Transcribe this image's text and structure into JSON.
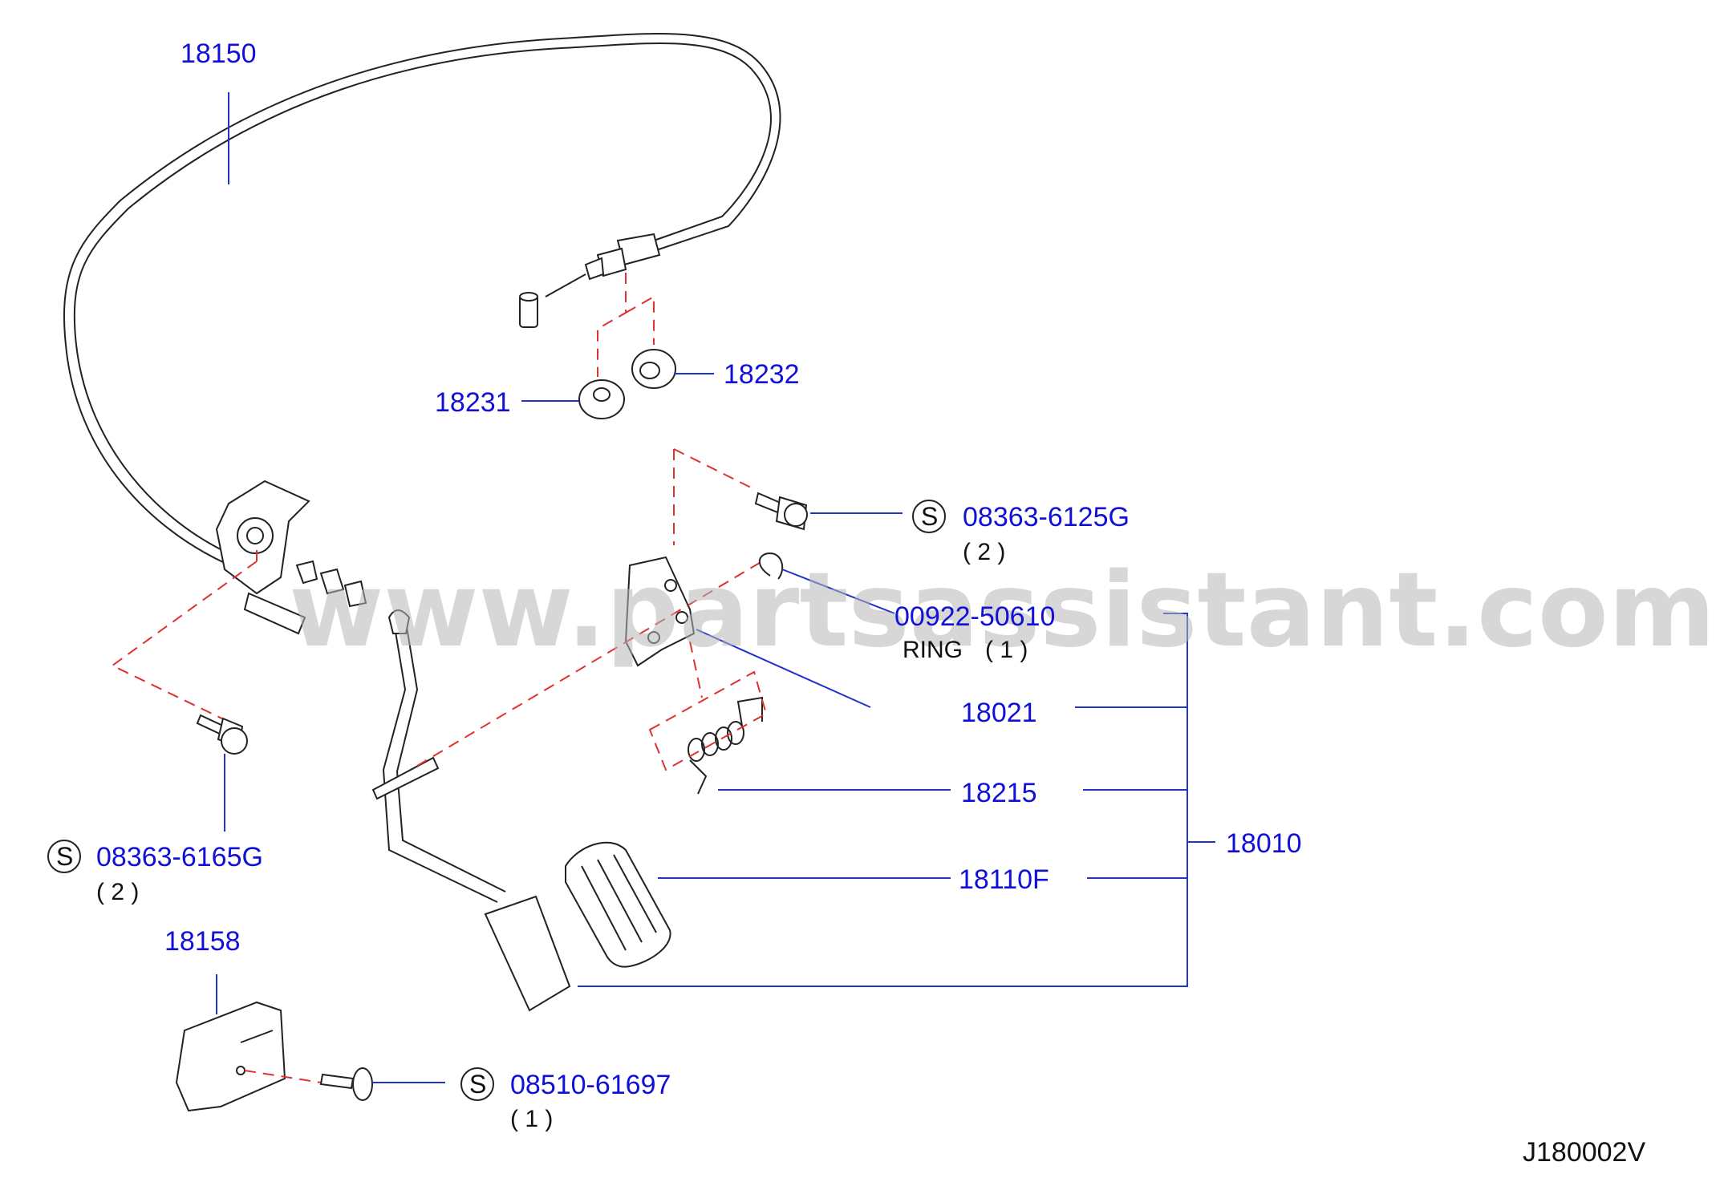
{
  "watermark": "www.partsassistant.com",
  "diagram_code": "J180002V",
  "parts": {
    "cable": {
      "number": "18150"
    },
    "lock_a": {
      "number": "18231"
    },
    "lock_b": {
      "number": "18232"
    },
    "bolt_top": {
      "mark": "S",
      "number": "08363-6125G",
      "qty": "( 2 )"
    },
    "ring": {
      "number": "00922-50610",
      "name": "RING",
      "qty": "( 1 )"
    },
    "bracket": {
      "number": "18021"
    },
    "spring": {
      "number": "18215"
    },
    "assembly": {
      "number": "18010"
    },
    "pad": {
      "number": "18110F"
    },
    "bolt_left": {
      "mark": "S",
      "number": "08363-6165G",
      "qty": "( 2 )"
    },
    "cover": {
      "number": "18158"
    },
    "screw": {
      "mark": "S",
      "number": "08510-61697",
      "qty": "( 1 )"
    }
  }
}
